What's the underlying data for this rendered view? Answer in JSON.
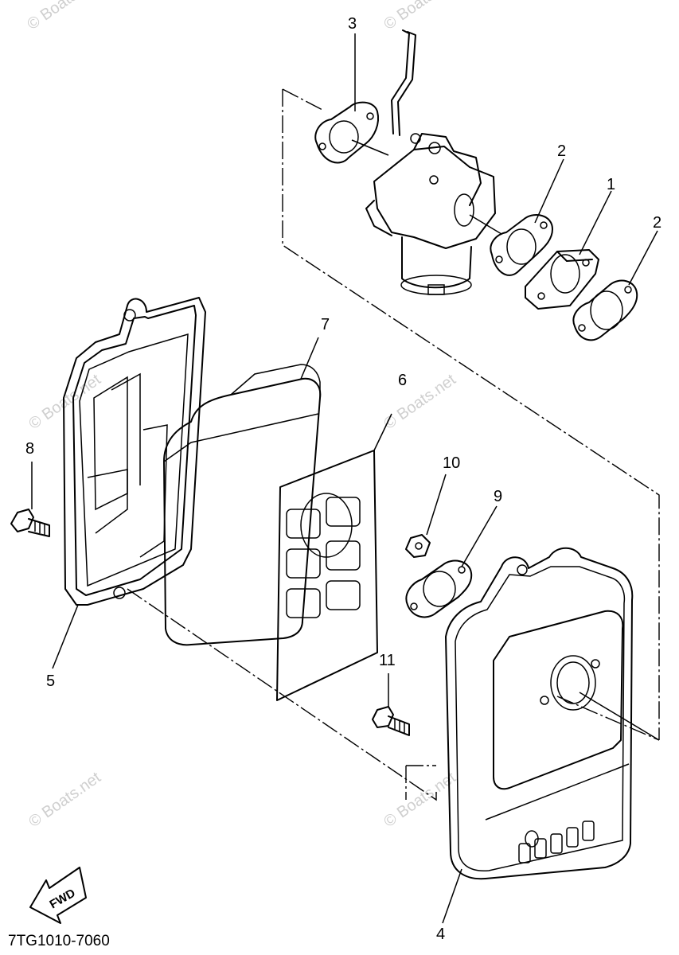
{
  "diagram": {
    "callouts": {
      "c1": "1",
      "c2a": "2",
      "c2b": "2",
      "c3": "3",
      "c4": "4",
      "c5": "5",
      "c6": "6",
      "c7": "7",
      "c8": "8",
      "c9": "9",
      "c10": "10",
      "c11": "11"
    },
    "drawing_code": "7TG1010-7060",
    "fwd_label": "FWD",
    "watermark": "© Boats.net"
  }
}
